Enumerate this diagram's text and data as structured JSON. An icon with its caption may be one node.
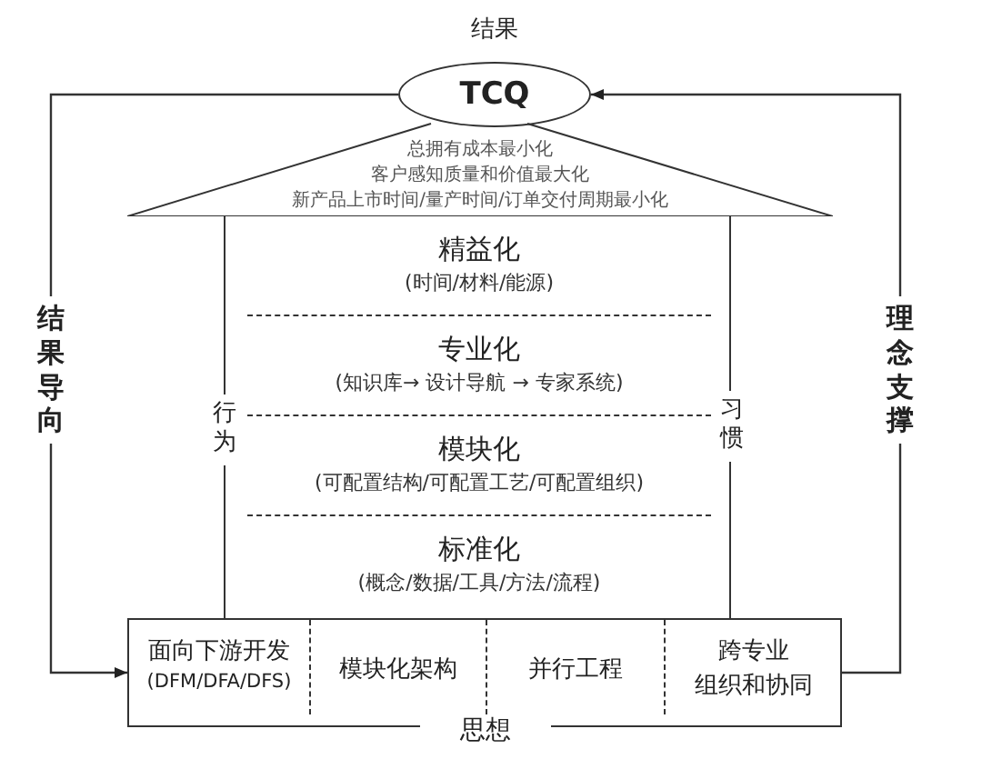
{
  "diagram": {
    "nodes": [
      {
        "text": [
          "结果",
          "TCQ"
        ]
      },
      {
        "text": [
          "总拥有成本最小化",
          "客户感知质量和价值最大化",
          "新产品上市时间/量产时间/订单交付周期最小化"
        ]
      },
      {
        "text": [
          "行为",
          "习惯"
        ]
      },
      {
        "text": [
          "精益化",
          "(时间/材料/能源)"
        ],
        "in": 2
      },
      {
        "text": [
          "专业化",
          "(知识库→ 设计导航 → 专家系统)"
        ],
        "in": 2
      },
      {
        "text": [
          "模块化",
          "(可配置结构/可配置工艺/可配置组织)"
        ],
        "in": 2
      },
      {
        "text": [
          "标准化",
          "(概念/数据/工具/方法/流程)"
        ],
        "in": 2
      },
      {
        "text": [
          "思想"
        ]
      },
      {
        "text": [
          "面向下游开发",
          "(DFM/DFA/DFS)"
        ],
        "in": 7
      },
      {
        "text": [
          "模块化架构"
        ],
        "in": 7
      },
      {
        "text": [
          "并行工程"
        ],
        "in": 7
      },
      {
        "text": [
          "跨专业",
          "组织和协同"
        ],
        "in": 7
      }
    ],
    "edges": [
      {
        "from": 0,
        "to": 7,
        "arrow": "to",
        "label": "结果导向"
      },
      {
        "from": 7,
        "to": 0,
        "arrow": "to",
        "label": "理念支撑"
      }
    ]
  }
}
